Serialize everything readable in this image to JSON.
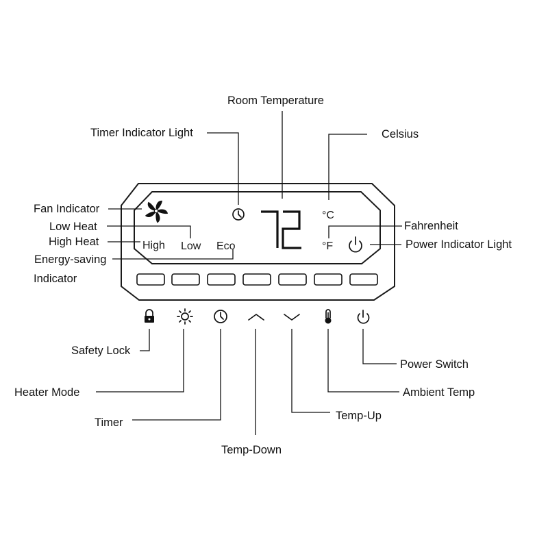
{
  "display": {
    "temperature": "72",
    "mode_high": "High",
    "mode_low": "Low",
    "mode_eco": "Eco",
    "unit_celsius": "°C",
    "unit_fahrenheit": "°F"
  },
  "icons": {
    "fan": "fan-icon",
    "timer": "clock-icon",
    "power": "power-icon",
    "lock": "lock-icon",
    "heater": "sun-icon",
    "up": "chevron-up-icon",
    "down": "chevron-down-icon",
    "thermometer": "thermometer-icon"
  },
  "labels": {
    "room_temperature": "Room Temperature",
    "timer_indicator_light": "Timer Indicator Light",
    "celsius": "Celsius",
    "fan_indicator": "Fan Indicator",
    "low_heat": "Low Heat",
    "high_heat": "High Heat",
    "energy_saving_1": "Energy-saving",
    "energy_saving_2": "Indicator",
    "fahrenheit": "Fahrenheit",
    "power_indicator_light": "Power Indicator Light",
    "safety_lock": "Safety Lock",
    "heater_mode": "Heater Mode",
    "timer": "Timer",
    "temp_down": "Temp-Down",
    "temp_up": "Temp-Up",
    "ambient_temp": "Ambient Temp",
    "power_switch": "Power Switch"
  },
  "colors": {
    "ink": "#111111",
    "background": "#ffffff"
  }
}
